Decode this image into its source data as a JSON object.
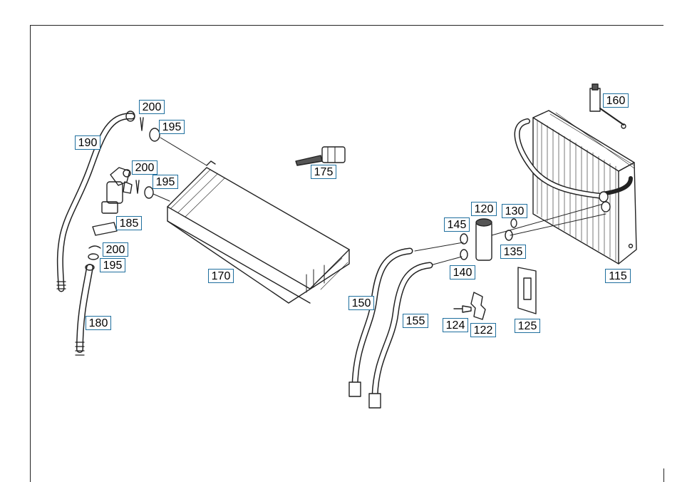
{
  "callouts": {
    "c200a": "200",
    "c195a": "195",
    "c190": "190",
    "c200b": "200",
    "c195b": "195",
    "c185": "185",
    "c200c": "200",
    "c195c": "195",
    "c180": "180",
    "c170": "170",
    "c175": "175",
    "c160": "160",
    "c115": "115",
    "c120": "120",
    "c130": "130",
    "c145": "145",
    "c135": "135",
    "c140": "140",
    "c150": "150",
    "c155": "155",
    "c124": "124",
    "c122": "122",
    "c125": "125"
  },
  "colors": {
    "callout_border": "#1f6f9e",
    "line_art": "#222222"
  }
}
